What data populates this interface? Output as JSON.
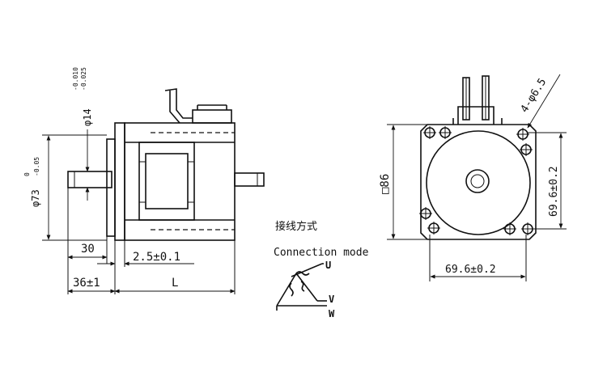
{
  "side_view": {
    "shaft_diameter": "φ14",
    "shaft_tolerance_upper": "-0.010",
    "shaft_tolerance_lower": "-0.025",
    "pilot_diameter": "φ73",
    "pilot_tolerance_upper": "0",
    "pilot_tolerance_lower": "-0.05",
    "shaft_length": "30",
    "boss_length": "36±1",
    "flange_thickness": "2.5±0.1",
    "body_length": "L"
  },
  "connection": {
    "title_cn": "接线方式",
    "title_en": "Connection mode",
    "terminals": [
      "U",
      "V",
      "W"
    ]
  },
  "front_view": {
    "flange_size": "□86",
    "hole_spacing_vertical": "69.6±0.2",
    "hole_spacing_horizontal": "69.6±0.2",
    "mounting_holes": "4-φ6.5"
  },
  "colors": {
    "line": "#111111",
    "background": "#ffffff"
  }
}
